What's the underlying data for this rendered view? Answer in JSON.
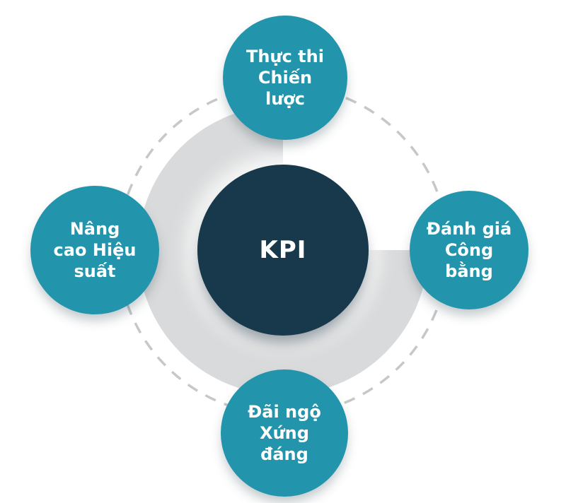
{
  "diagram": {
    "center": {
      "label": "KPI",
      "color": "#17394b",
      "text_color": "#ffffff"
    },
    "nodes": [
      {
        "id": "strategy-execution",
        "position": "top",
        "lines": [
          "Thực thi",
          "Chiến",
          "lược"
        ]
      },
      {
        "id": "fair-evaluation",
        "position": "right",
        "lines": [
          "Đánh giá",
          "Công",
          "bằng"
        ]
      },
      {
        "id": "deserved-reward",
        "position": "bottom",
        "lines": [
          "Đãi ngộ",
          "Xứng",
          "đáng"
        ]
      },
      {
        "id": "performance-boost",
        "position": "left",
        "lines": [
          "Nâng",
          "cao Hiệu",
          "suất"
        ]
      }
    ],
    "colors": {
      "node_fill": "#2294ac",
      "ring_fill": "#d9dadb",
      "dashed_stroke": "#c5c8ca",
      "background": "#ffffff",
      "text": "#ffffff"
    },
    "shapes": {
      "dashed_circle_radius": 233,
      "ring_outer_radius": 205,
      "ring_missing_quadrant": "top-right"
    }
  }
}
